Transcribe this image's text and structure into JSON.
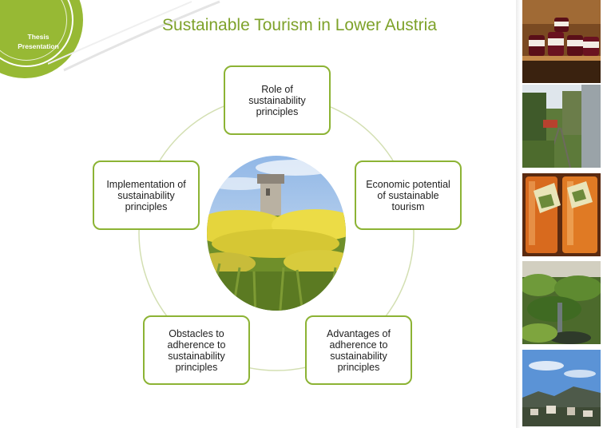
{
  "badge": {
    "line1": "Thesis",
    "line2": "Presentation"
  },
  "title": "Sustainable Tourism in Lower Austria",
  "nodes": {
    "top": [
      "Role of",
      "sustainability",
      "principles"
    ],
    "right": [
      "Economic potential",
      "of sustainable",
      "tourism"
    ],
    "bottom_right": [
      "Advantages of",
      "adherence to",
      "sustainability",
      "principles"
    ],
    "bottom_left": [
      "Obstacles to",
      "adherence to",
      "sustainability",
      "principles"
    ],
    "left": [
      "Implementation of",
      "sustainability",
      "principles"
    ]
  },
  "colors": {
    "accent": "#8cb334",
    "title": "#7ea22a",
    "badge": "#97b934"
  },
  "icons": [
    "rapeseed-field-photo",
    "jam-shelf-photo",
    "railway-photo",
    "juice-bottles-photo",
    "garden-photo",
    "town-landscape-photo"
  ]
}
